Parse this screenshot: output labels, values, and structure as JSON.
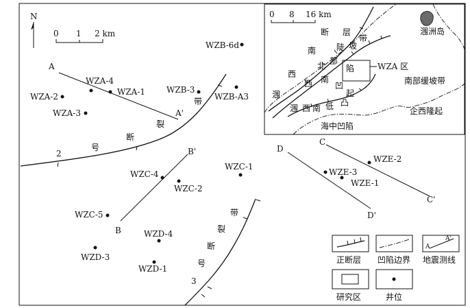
{
  "north": "N",
  "main_scale": {
    "labels": [
      "0",
      "1",
      "2 km"
    ]
  },
  "wells": [
    {
      "name": "WZB-6d"
    },
    {
      "name": "WZA-4"
    },
    {
      "name": "WZA-1"
    },
    {
      "name": "WZA-2"
    },
    {
      "name": "WZA-3"
    },
    {
      "name": "WZB-3"
    },
    {
      "name": "WZB-A3"
    },
    {
      "name": "WZC-1"
    },
    {
      "name": "WZC-4"
    },
    {
      "name": "WZC-2"
    },
    {
      "name": "WZC-5"
    },
    {
      "name": "WZD-4"
    },
    {
      "name": "WZD-3"
    },
    {
      "name": "WZD-1"
    },
    {
      "name": "WZE-2"
    },
    {
      "name": "WZE-3"
    },
    {
      "name": "WZE-1"
    }
  ],
  "seismic_lines": [
    {
      "start": "A",
      "end": "A'"
    },
    {
      "start": "B",
      "end": "B'"
    },
    {
      "start": "C",
      "end": "C'"
    },
    {
      "start": "D",
      "end": "D'"
    }
  ],
  "fault_zone_2": [
    "带",
    "裂",
    "断",
    "号",
    "2"
  ],
  "fault_zone_3": [
    "带",
    "裂",
    "断",
    "号",
    "3"
  ],
  "inset": {
    "scale_labels": [
      "0",
      "8",
      "16 km"
    ],
    "labels": [
      "层",
      "断",
      "带",
      "陡",
      "坡",
      "南",
      "北",
      "部",
      "涠洲岛",
      "WZA 区",
      "西",
      "陷",
      "涠",
      "西",
      "南",
      "凹",
      "起",
      "涠",
      "西",
      "南",
      "低",
      "凸",
      "南部缓坡带",
      "企西隆起",
      "海中凹陷"
    ]
  },
  "legend": [
    {
      "label": "正断层"
    },
    {
      "label": "凹陷边界"
    },
    {
      "label": "地震测线"
    },
    {
      "label": "研究区"
    },
    {
      "label": "井位"
    }
  ],
  "legend_line_labels": [
    "A",
    "A'"
  ]
}
